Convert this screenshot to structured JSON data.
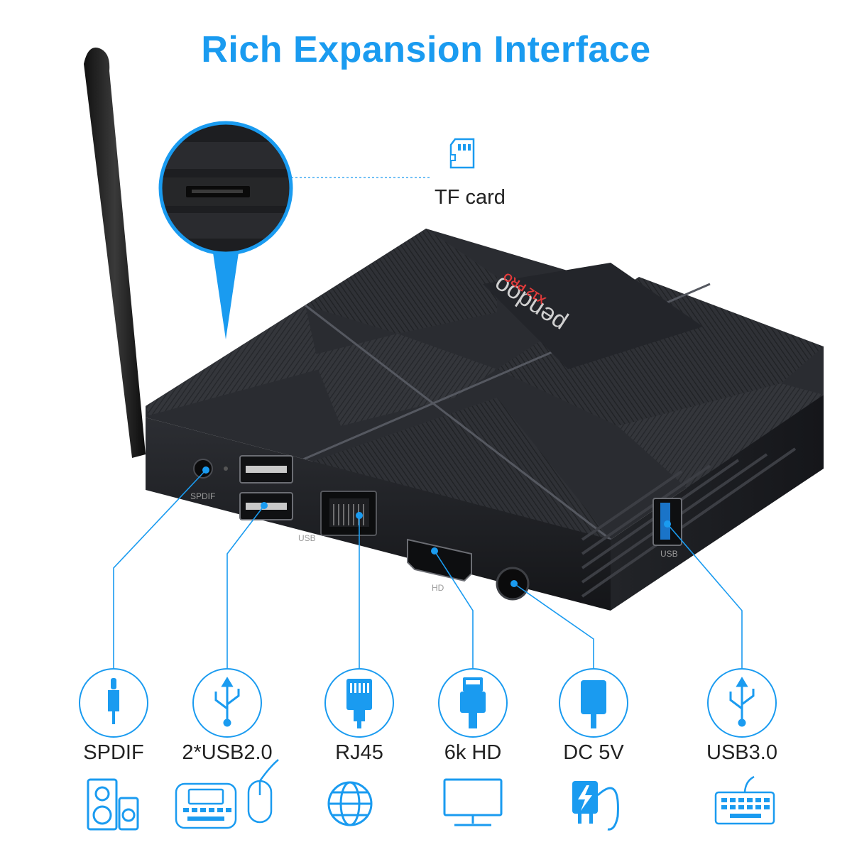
{
  "title": "Rich Expansion Interface",
  "brand": "pendoo",
  "model": "X12 PRO",
  "tf_card": {
    "label": "TF card",
    "icon": "sd-card-icon"
  },
  "port_markings": {
    "spdif": "SPDIF",
    "usb": "USB",
    "hd": "HD",
    "usb3": "USB"
  },
  "ports": [
    {
      "label": "SPDIF",
      "icon": "audio-jack-icon",
      "device_icon": "speaker-icon"
    },
    {
      "label": "2*USB2.0",
      "icon": "usb-icon",
      "device_icon": "keyboard-mouse-icon"
    },
    {
      "label": "RJ45",
      "icon": "ethernet-plug-icon",
      "device_icon": "globe-icon"
    },
    {
      "label": "6k HD",
      "icon": "hdmi-plug-icon",
      "device_icon": "monitor-icon"
    },
    {
      "label": "DC 5V",
      "icon": "power-adapter-icon",
      "device_icon": "charger-icon"
    },
    {
      "label": "USB3.0",
      "icon": "usb-icon",
      "device_icon": "keyboard-icon"
    }
  ],
  "colors": {
    "accent": "#1a9bf0",
    "device": "#2b2d31",
    "text": "#222222"
  }
}
